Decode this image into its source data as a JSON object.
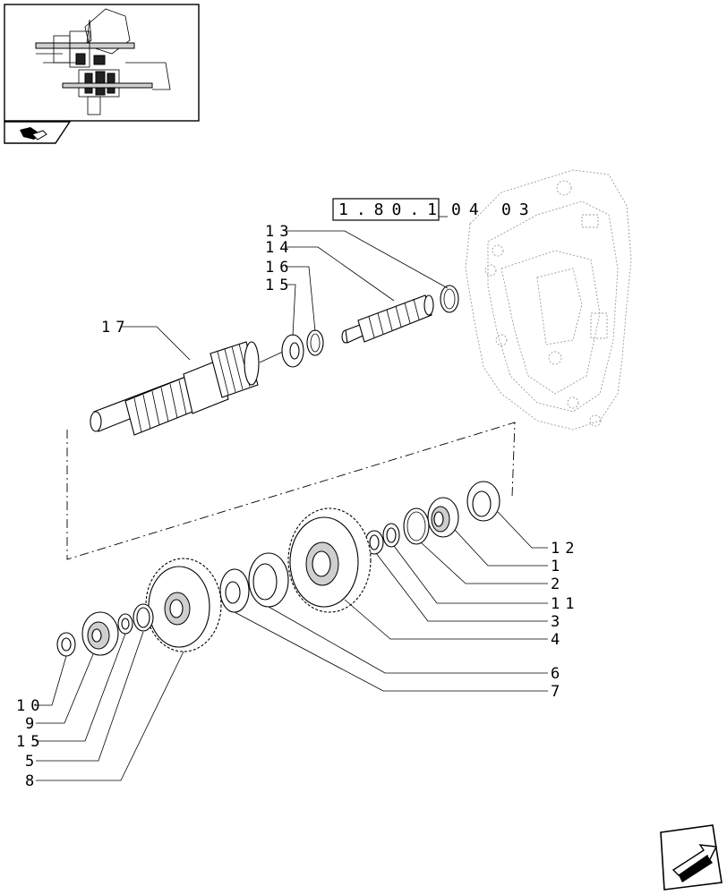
{
  "reference_code": {
    "part1": "1.80.1",
    "part2": "04",
    "part3": "03"
  },
  "callouts_left_top": [
    "13",
    "14",
    "16",
    "15"
  ],
  "callout_shaft": "17",
  "callouts_right": [
    "12",
    "1",
    "2",
    "11",
    "3",
    "4",
    "6",
    "7"
  ],
  "callouts_left_bottom": [
    "10",
    "9",
    "15",
    "5",
    "8"
  ],
  "icons": {
    "thumbnail": "transmission-assembly-thumbnail",
    "thumbnail_badge": "book-icon",
    "nav": "next-page-arrow-icon"
  }
}
